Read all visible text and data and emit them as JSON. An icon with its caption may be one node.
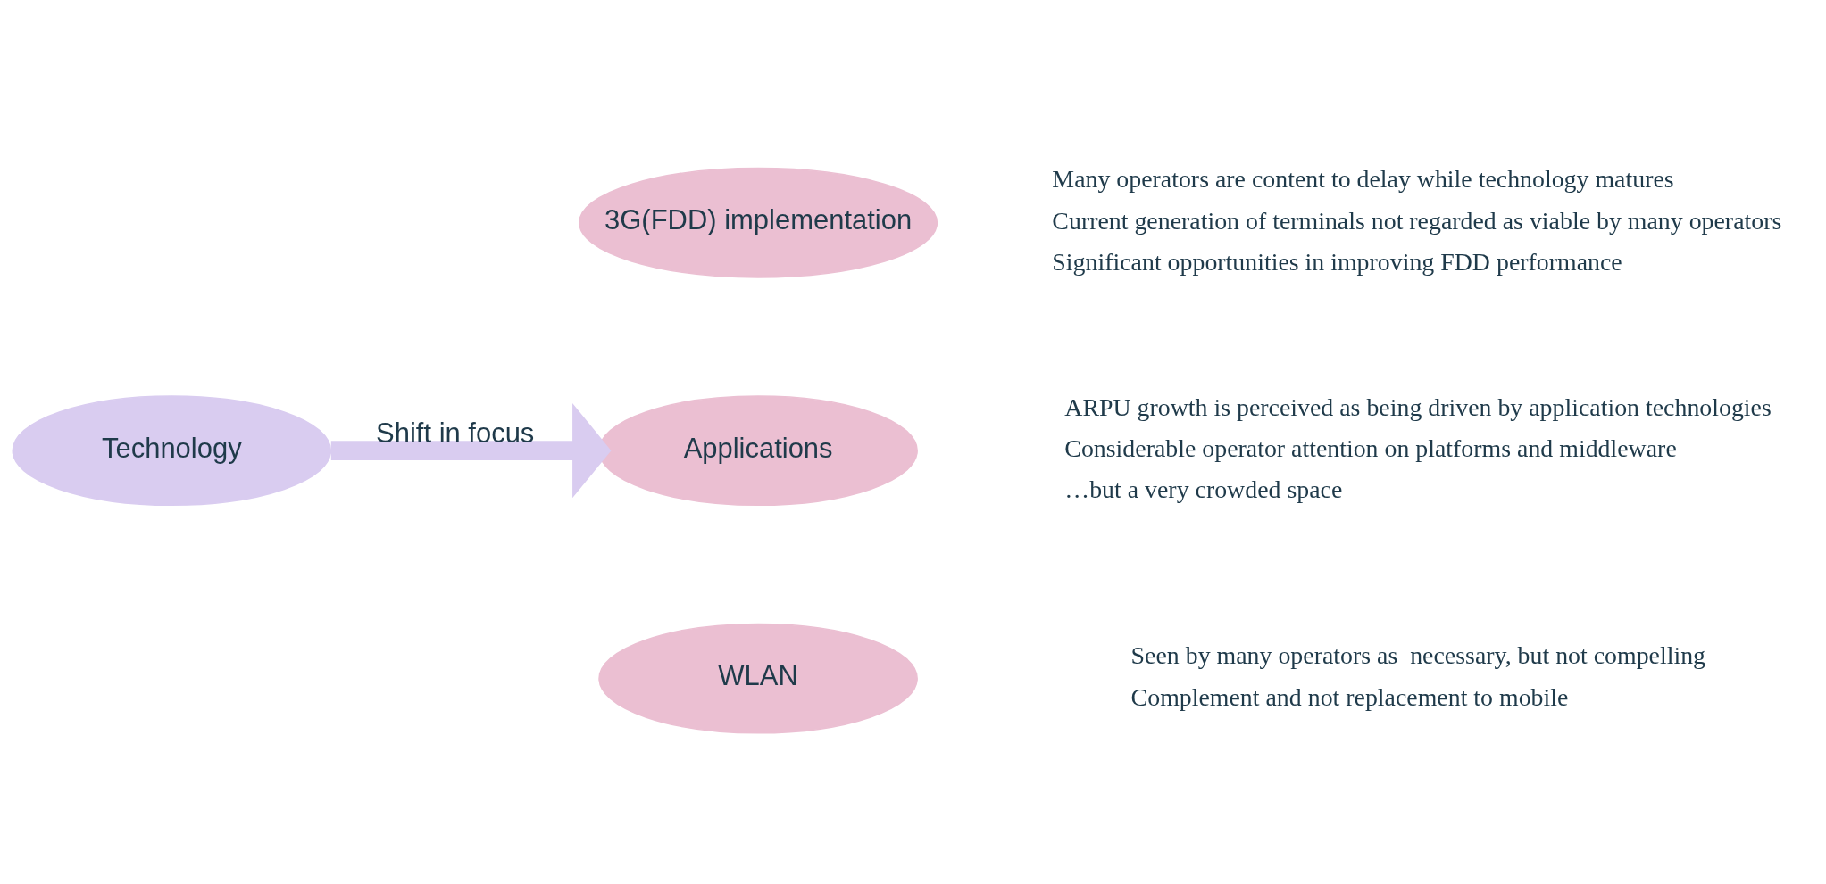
{
  "diagram": {
    "nodes": [
      {
        "text": [
          "Technology"
        ]
      },
      {
        "text": [
          "3G(FDD) implementation"
        ],
        "beside": [
          "Many operators are content to delay while technology matures",
          "Current generation of terminals not regarded as viable by many operators",
          "Significant opportunities in improving FDD performance"
        ]
      },
      {
        "text": [
          "Applications"
        ],
        "beside": [
          "ARPU growth is perceived as being driven by application technologies",
          "Considerable operator attention on platforms and middleware",
          "…but a very crowded space"
        ]
      },
      {
        "text": [
          "WLAN"
        ],
        "beside": [
          "Seen by many operators as  necessary, but not compelling",
          "Complement and not replacement to mobile"
        ]
      }
    ],
    "edges": [
      {
        "from": 0,
        "to": 2,
        "arrow": "to",
        "label": "Shift in focus"
      }
    ]
  }
}
